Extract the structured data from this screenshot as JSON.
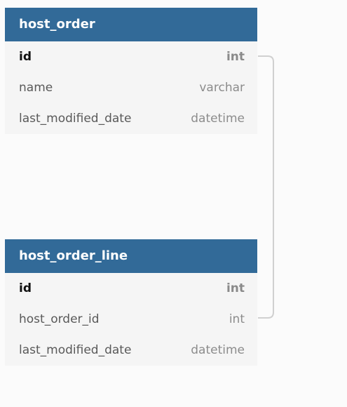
{
  "tables": [
    {
      "name": "host_order",
      "columns": [
        {
          "name": "id",
          "type": "int",
          "primary_key": true
        },
        {
          "name": "name",
          "type": "varchar",
          "primary_key": false
        },
        {
          "name": "last_modified_date",
          "type": "datetime",
          "primary_key": false
        }
      ]
    },
    {
      "name": "host_order_line",
      "columns": [
        {
          "name": "id",
          "type": "int",
          "primary_key": true
        },
        {
          "name": "host_order_id",
          "type": "int",
          "primary_key": false
        },
        {
          "name": "last_modified_date",
          "type": "datetime",
          "primary_key": false
        }
      ]
    }
  ],
  "relations": [
    {
      "from": "host_order.id",
      "to": "host_order_line.host_order_id"
    }
  ],
  "colors": {
    "header": "#326a98",
    "connector": "#d0d0d0"
  }
}
